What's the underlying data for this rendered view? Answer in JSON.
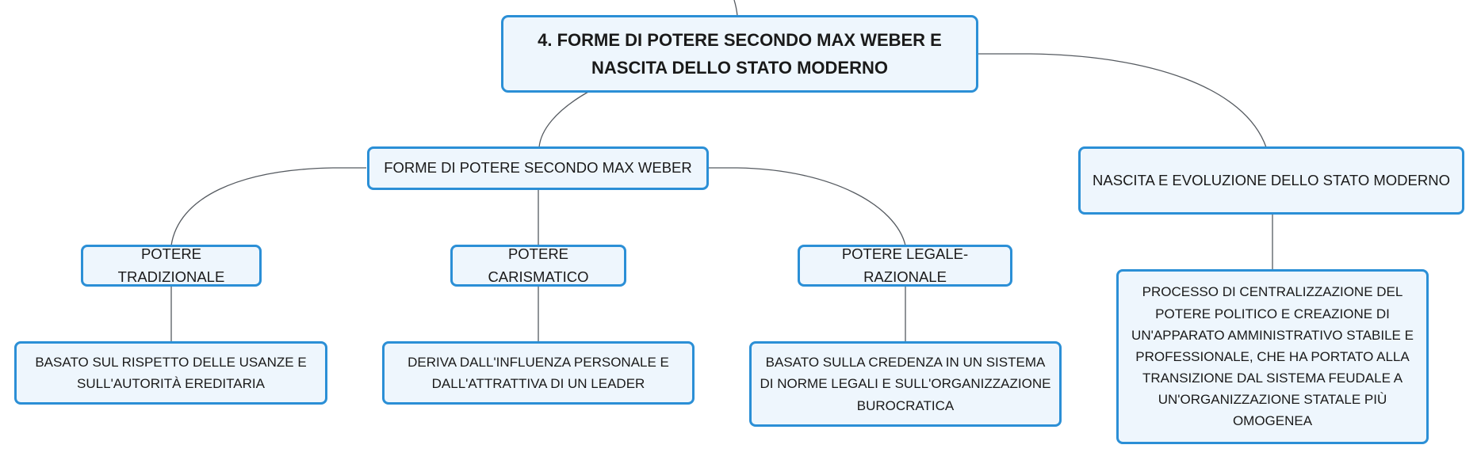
{
  "diagram": {
    "type": "mind-map",
    "accent_color": "#2b8fd6",
    "node_fill": "#eef6fd",
    "connector_color": "#555a60",
    "root": {
      "label": "4. FORME DI POTERE SECONDO MAX WEBER E NASCITA DELLO STATO MODERNO"
    },
    "branches": [
      {
        "label": "FORME DI POTERE SECONDO MAX WEBER",
        "children": [
          {
            "label": "POTERE TRADIZIONALE",
            "detail": "BASATO SUL RISPETTO DELLE USANZE E SULL'AUTORITÀ EREDITARIA"
          },
          {
            "label": "POTERE CARISMATICO",
            "detail": "DERIVA DALL'INFLUENZA PERSONALE E DALL'ATTRATTIVA DI UN LEADER"
          },
          {
            "label": "POTERE LEGALE-RAZIONALE",
            "detail": "BASATO SULLA CREDENZA IN UN SISTEMA DI NORME LEGALI E SULL'ORGANIZZAZIONE BUROCRATICA"
          }
        ]
      },
      {
        "label": "NASCITA E EVOLUZIONE DELLO STATO MODERNO",
        "detail": "PROCESSO DI CENTRALIZZAZIONE DEL POTERE POLITICO E CREAZIONE DI UN'APPARATO AMMINISTRATIVO STABILE E PROFESSIONALE, CHE HA PORTATO ALLA TRANSIZIONE DAL SISTEMA FEUDALE A UN'ORGANIZZAZIONE STATALE PIÙ OMOGENEA"
      }
    ]
  }
}
